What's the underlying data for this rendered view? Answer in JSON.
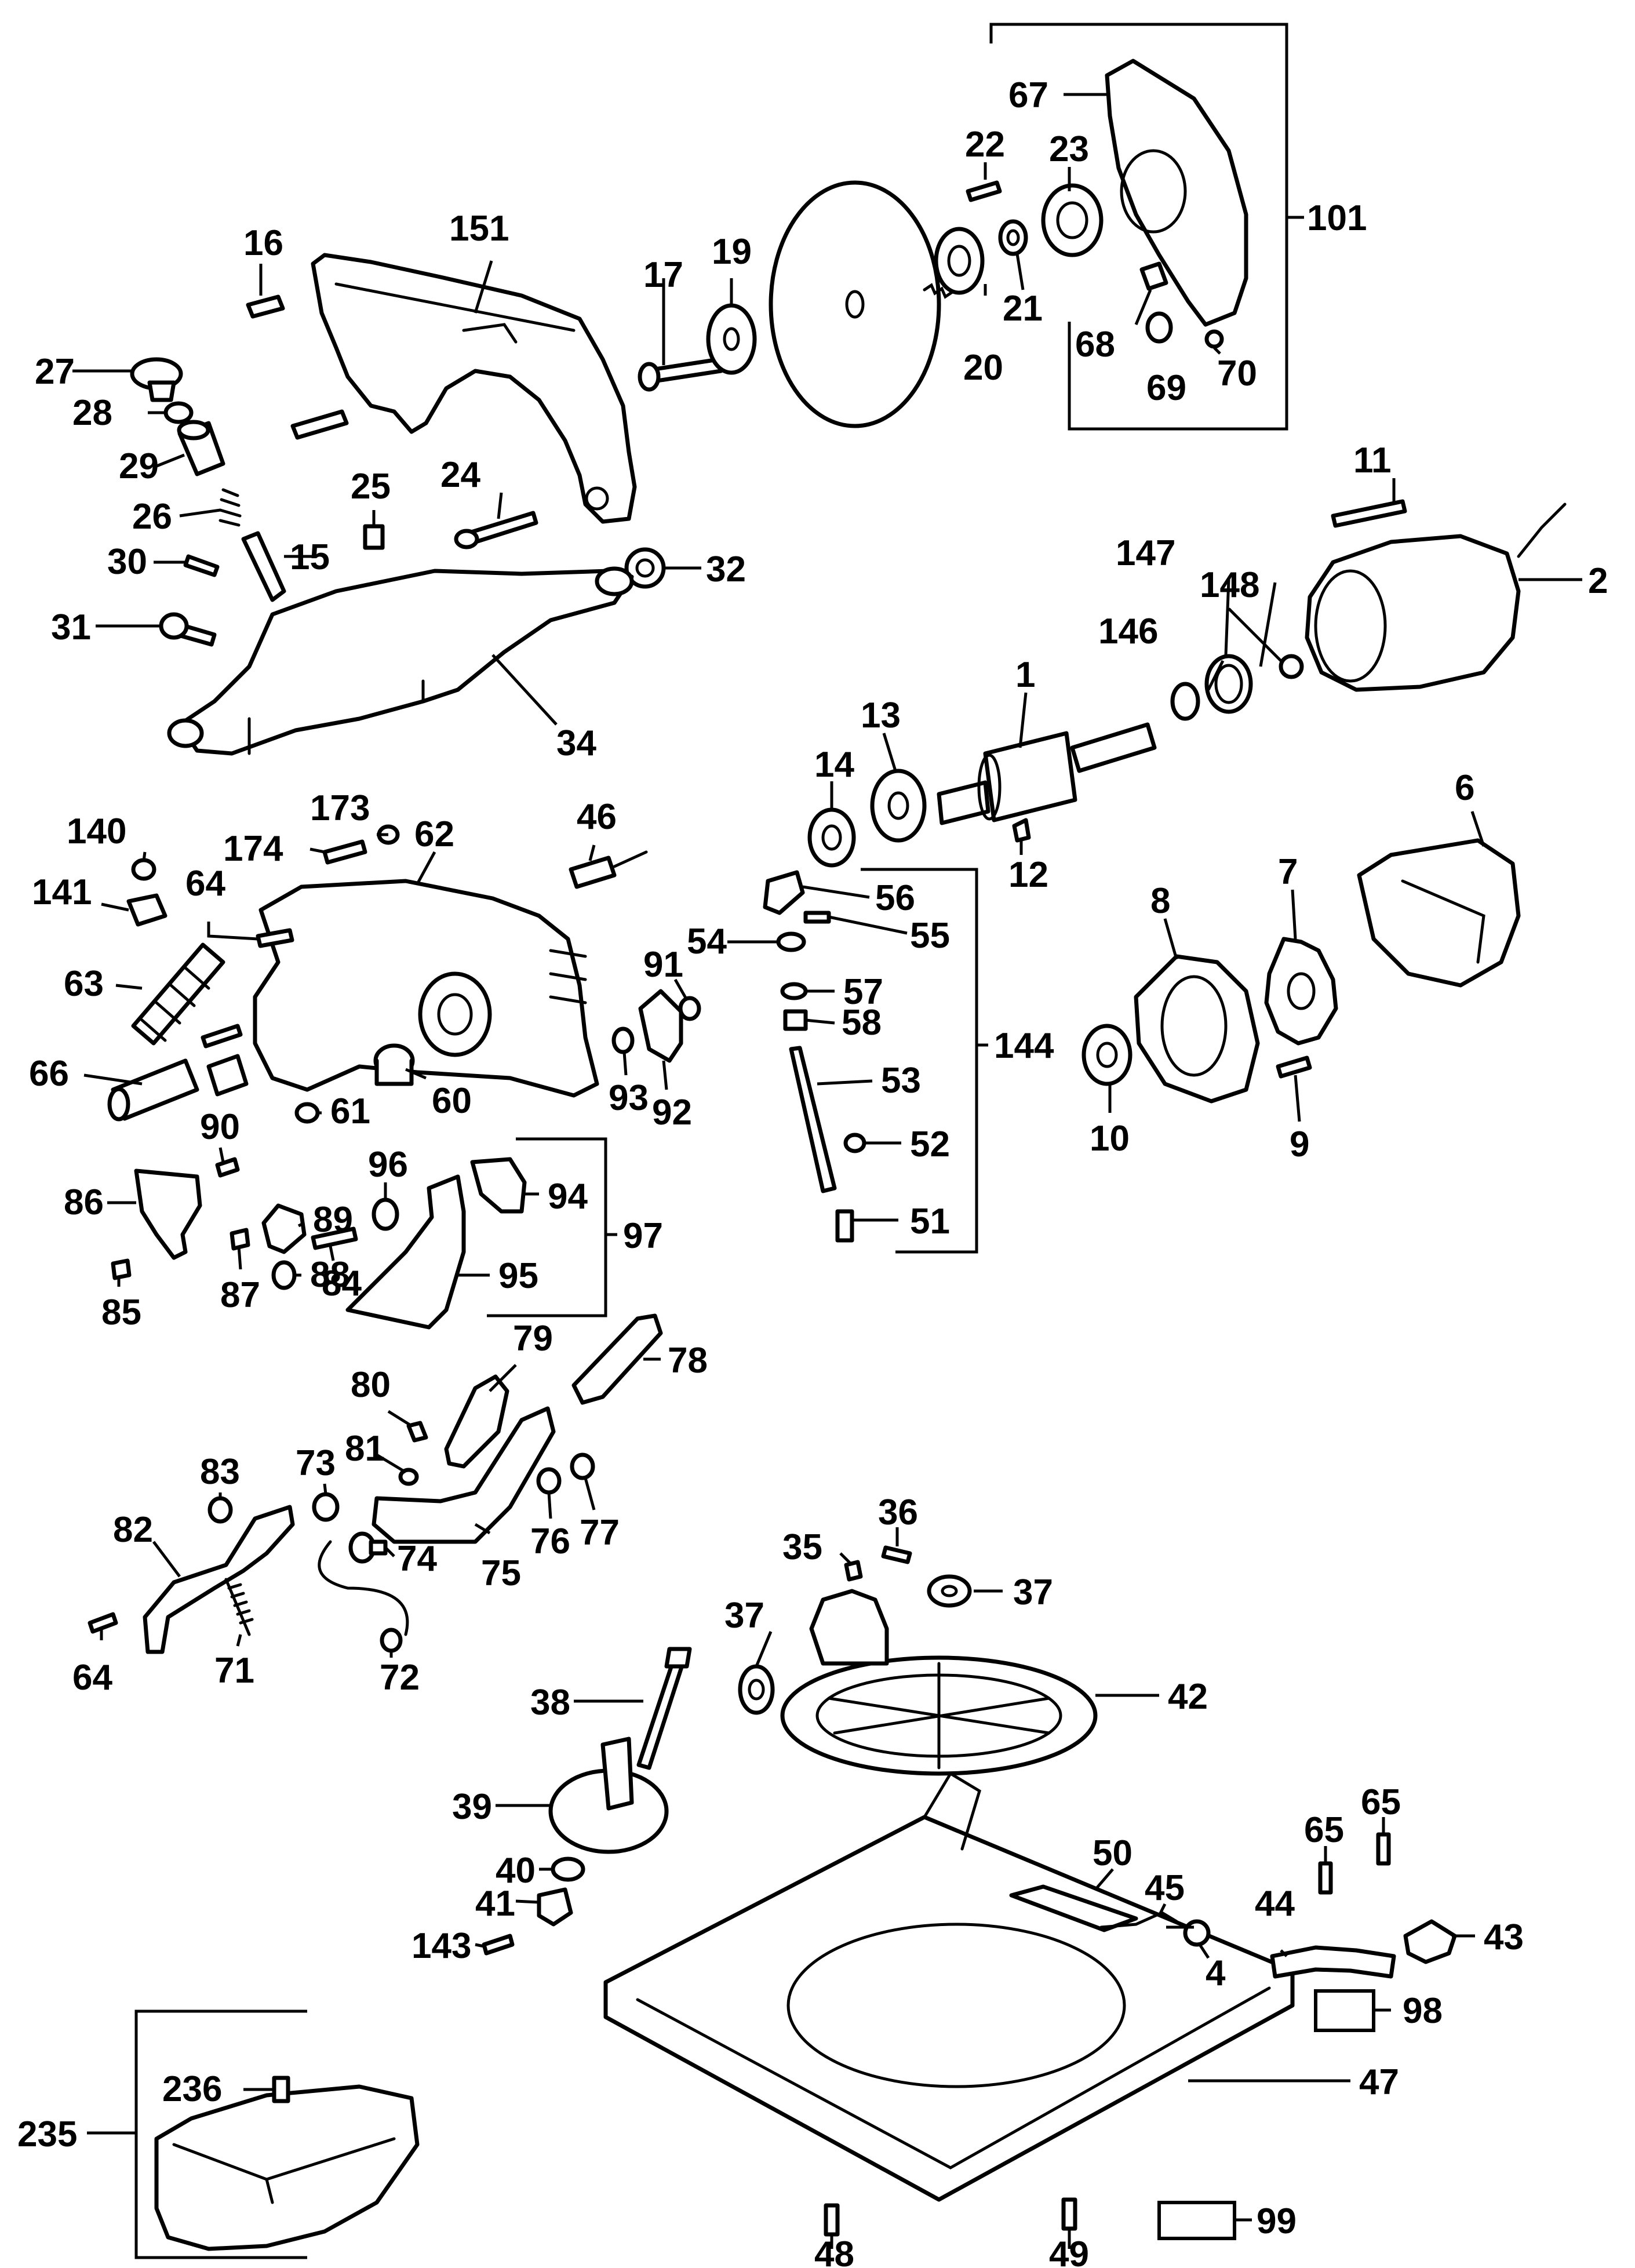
{
  "labels": {
    "l1": "1",
    "l2": "2",
    "l4": "4",
    "l6": "6",
    "l7": "7",
    "l8": "8",
    "l9": "9",
    "l10": "10",
    "l11": "11",
    "l12": "12",
    "l13": "13",
    "l14": "14",
    "l15": "15",
    "l16": "16",
    "l17": "17",
    "l19": "19",
    "l20": "20",
    "l21": "21",
    "l22": "22",
    "l23": "23",
    "l24": "24",
    "l25": "25",
    "l26": "26",
    "l27": "27",
    "l28": "28",
    "l29": "29",
    "l30": "30",
    "l31": "31",
    "l32": "32",
    "l34": "34",
    "l35": "35",
    "l36": "36",
    "l37a": "37",
    "l37b": "37",
    "l38": "38",
    "l39": "39",
    "l40": "40",
    "l41": "41",
    "l42": "42",
    "l43": "43",
    "l44": "44",
    "l45": "45",
    "l46": "46",
    "l47": "47",
    "l48": "48",
    "l49": "49",
    "l50": "50",
    "l51": "51",
    "l52": "52",
    "l53": "53",
    "l54": "54",
    "l55": "55",
    "l56": "56",
    "l57": "57",
    "l58": "58",
    "l60": "60",
    "l61": "61",
    "l62": "62",
    "l63": "63",
    "l64a": "64",
    "l64b": "64",
    "l65a": "65",
    "l65b": "65",
    "l66": "66",
    "l67": "67",
    "l68": "68",
    "l69": "69",
    "l70": "70",
    "l71": "71",
    "l72": "72",
    "l73": "73",
    "l74": "74",
    "l75": "75",
    "l76": "76",
    "l77": "77",
    "l78": "78",
    "l79": "79",
    "l80": "80",
    "l81": "81",
    "l82": "82",
    "l83": "83",
    "l84": "84",
    "l85": "85",
    "l86": "86",
    "l87": "87",
    "l88": "88",
    "l89": "89",
    "l90": "90",
    "l91": "91",
    "l92": "92",
    "l93": "93",
    "l94": "94",
    "l95": "95",
    "l96": "96",
    "l97": "97",
    "l98": "98",
    "l99": "99",
    "l101": "101",
    "l140": "140",
    "l141": "141",
    "l143": "143",
    "l144": "144",
    "l146": "146",
    "l147": "147",
    "l148": "148",
    "l151": "151",
    "l173": "173",
    "l174": "174",
    "l235": "235",
    "l236": "236"
  }
}
